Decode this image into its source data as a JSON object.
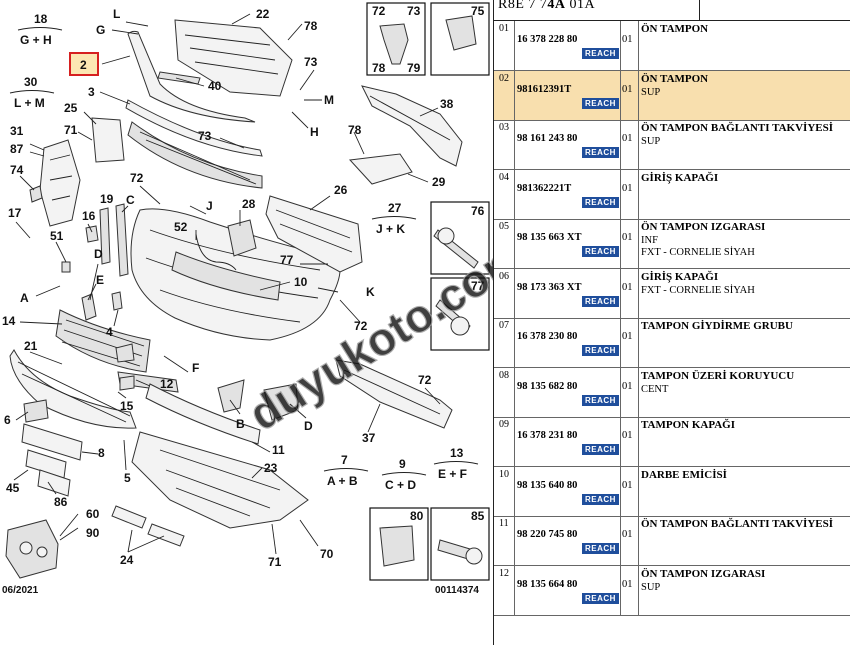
{
  "header": {
    "code_prefix": "R8E 7 7",
    "code_bold": "4A",
    "code_suffix": " 01A"
  },
  "diagram": {
    "date": "06/2021",
    "ref_number": "00114374",
    "watermark": "duyukoto.com",
    "group_labels": {
      "g18_top": "18",
      "g18_bottom": "G + H",
      "g30_top": "30",
      "g30_bottom": "L + M",
      "g27_top": "27",
      "g27_bottom": "J + K",
      "g7_top": "7",
      "g7_bottom": "A + B",
      "g9_top": "9",
      "g9_bottom": "C + D",
      "g13_top": "13",
      "g13_bottom": "E + F"
    },
    "labels": {
      "L": "L",
      "G": "G",
      "n22": "22",
      "n78a": "78",
      "n2": "2",
      "n40": "40",
      "n73a": "73",
      "M": "M",
      "n3": "3",
      "H": "H",
      "n25": "25",
      "n71a": "71",
      "n31": "31",
      "n87": "87",
      "n73b": "73",
      "n74": "74",
      "n72a": "72",
      "n19": "19",
      "C": "C",
      "J": "J",
      "n17": "17",
      "n16": "16",
      "n51": "51",
      "n52": "52",
      "n28": "28",
      "D1": "D",
      "A": "A",
      "E": "E",
      "n4": "4",
      "n14": "14",
      "n21": "21",
      "n12": "12",
      "F": "F",
      "n15": "15",
      "n6": "6",
      "n8": "8",
      "n45": "45",
      "n86": "86",
      "n5": "5",
      "B": "B",
      "D2": "D",
      "n11": "11",
      "n23": "23",
      "n60": "60",
      "n90": "90",
      "n24": "24",
      "n71b": "71",
      "n70": "70",
      "n10": "10",
      "n77a": "77",
      "K": "K",
      "n72b": "72",
      "n72c": "72",
      "n37": "37",
      "n26": "26",
      "n38": "38",
      "n78b": "78",
      "n29": "29",
      "n72d": "72",
      "n73c": "73",
      "n75": "75",
      "n78c": "78",
      "n79": "79",
      "n76": "76",
      "n77b": "77",
      "n80": "80",
      "n85": "85"
    }
  },
  "parts": [
    {
      "no": "01",
      "ref": "16 378 228 80",
      "qty": "01",
      "name": "ÖN TAMPON",
      "sub": "",
      "sub2": "",
      "reach": "REACH",
      "highlight": false
    },
    {
      "no": "02",
      "ref": "981612391T",
      "qty": "01",
      "name": "ÖN TAMPON",
      "sub": "SUP",
      "sub2": "",
      "reach": "REACH",
      "highlight": true
    },
    {
      "no": "03",
      "ref": "98 161 243 80",
      "qty": "01",
      "name": "ÖN TAMPON BAĞLANTI TAKVİYESİ",
      "sub": "SUP",
      "sub2": "",
      "reach": "REACH",
      "highlight": false
    },
    {
      "no": "04",
      "ref": "981362221T",
      "qty": "01",
      "name": "GİRİŞ KAPAĞI",
      "sub": "",
      "sub2": "",
      "reach": "REACH",
      "highlight": false
    },
    {
      "no": "05",
      "ref": "98 135 663 XT",
      "qty": "01",
      "name": "ÖN TAMPON IZGARASI",
      "sub": "INF",
      "sub2": "FXT - CORNELIE SİYAH",
      "reach": "REACH",
      "highlight": false
    },
    {
      "no": "06",
      "ref": "98 173 363 XT",
      "qty": "01",
      "name": "GİRİŞ KAPAĞI",
      "sub": "FXT - CORNELIE SİYAH",
      "sub2": "",
      "reach": "REACH",
      "highlight": false
    },
    {
      "no": "07",
      "ref": "16 378 230 80",
      "qty": "01",
      "name": "TAMPON GİYDİRME GRUBU",
      "sub": "",
      "sub2": "",
      "reach": "REACH",
      "highlight": false
    },
    {
      "no": "08",
      "ref": "98 135 682 80",
      "qty": "01",
      "name": "TAMPON ÜZERİ KORUYUCU",
      "sub": "CENT",
      "sub2": "",
      "reach": "REACH",
      "highlight": false
    },
    {
      "no": "09",
      "ref": "16 378 231 80",
      "qty": "01",
      "name": "TAMPON KAPAĞI",
      "sub": "",
      "sub2": "",
      "reach": "REACH",
      "highlight": false
    },
    {
      "no": "10",
      "ref": "98 135 640 80",
      "qty": "01",
      "name": "DARBE EMİCİSİ",
      "sub": "",
      "sub2": "",
      "reach": "REACH",
      "highlight": false
    },
    {
      "no": "11",
      "ref": "98 220 745 80",
      "qty": "01",
      "name": "ÖN TAMPON BAĞLANTI TAKVİYESİ",
      "sub": "",
      "sub2": "",
      "reach": "REACH",
      "highlight": false
    },
    {
      "no": "12",
      "ref": "98 135 664 80",
      "qty": "01",
      "name": "ÖN TAMPON IZGARASI",
      "sub": "SUP",
      "sub2": "",
      "reach": "REACH",
      "highlight": false
    }
  ]
}
